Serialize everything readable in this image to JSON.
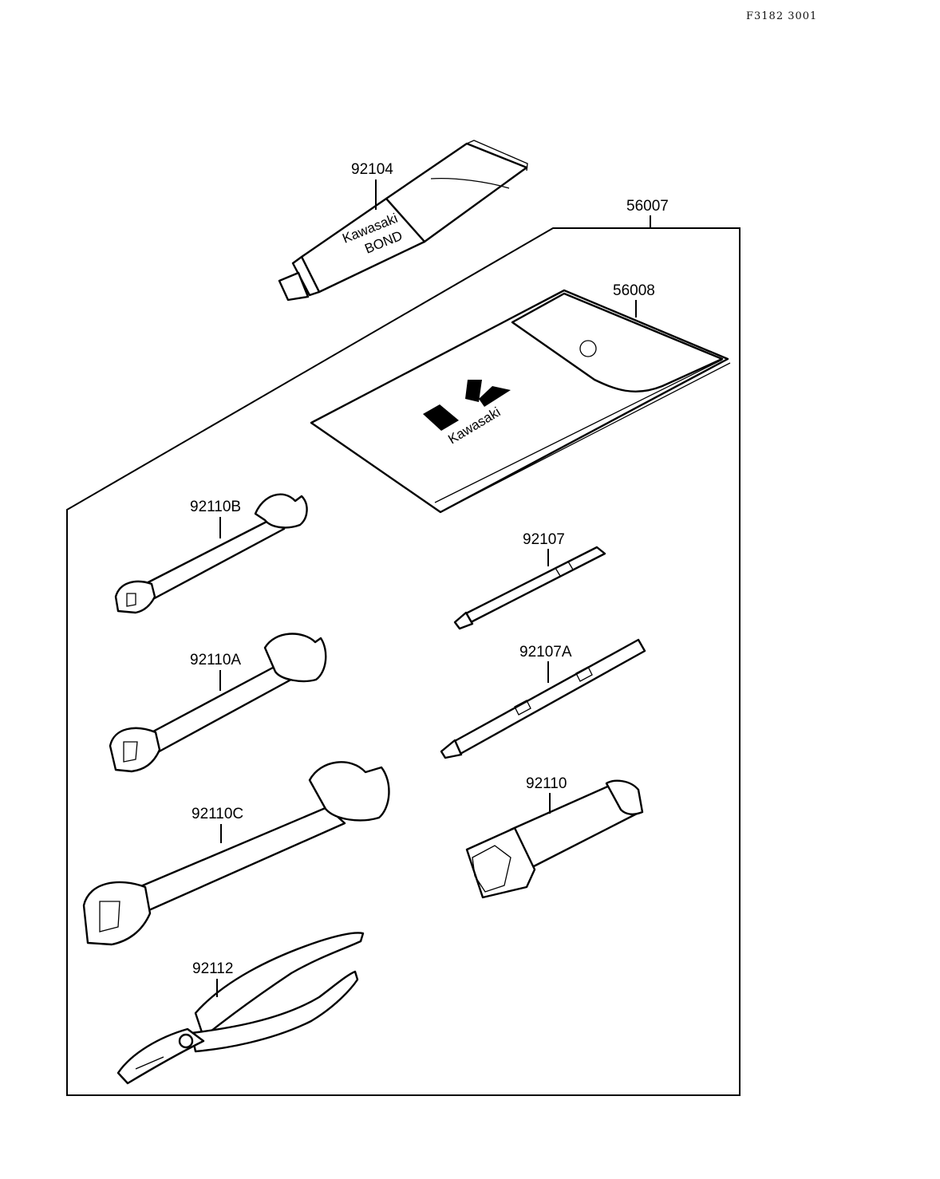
{
  "header": {
    "code": "F3182 3001"
  },
  "labels": {
    "bond": "92104",
    "case": "56007",
    "pouch": "56008",
    "wrench_b": "92110B",
    "wrench_a": "92110A",
    "wrench_c": "92110C",
    "pliers": "92112",
    "screwdriver_1": "92107",
    "screwdriver_2": "92107A",
    "plug_wrench": "92110"
  },
  "brand": {
    "tube_line1": "Kawasaki",
    "tube_line2": "BOND",
    "pouch_logo": "Kawasaki"
  }
}
